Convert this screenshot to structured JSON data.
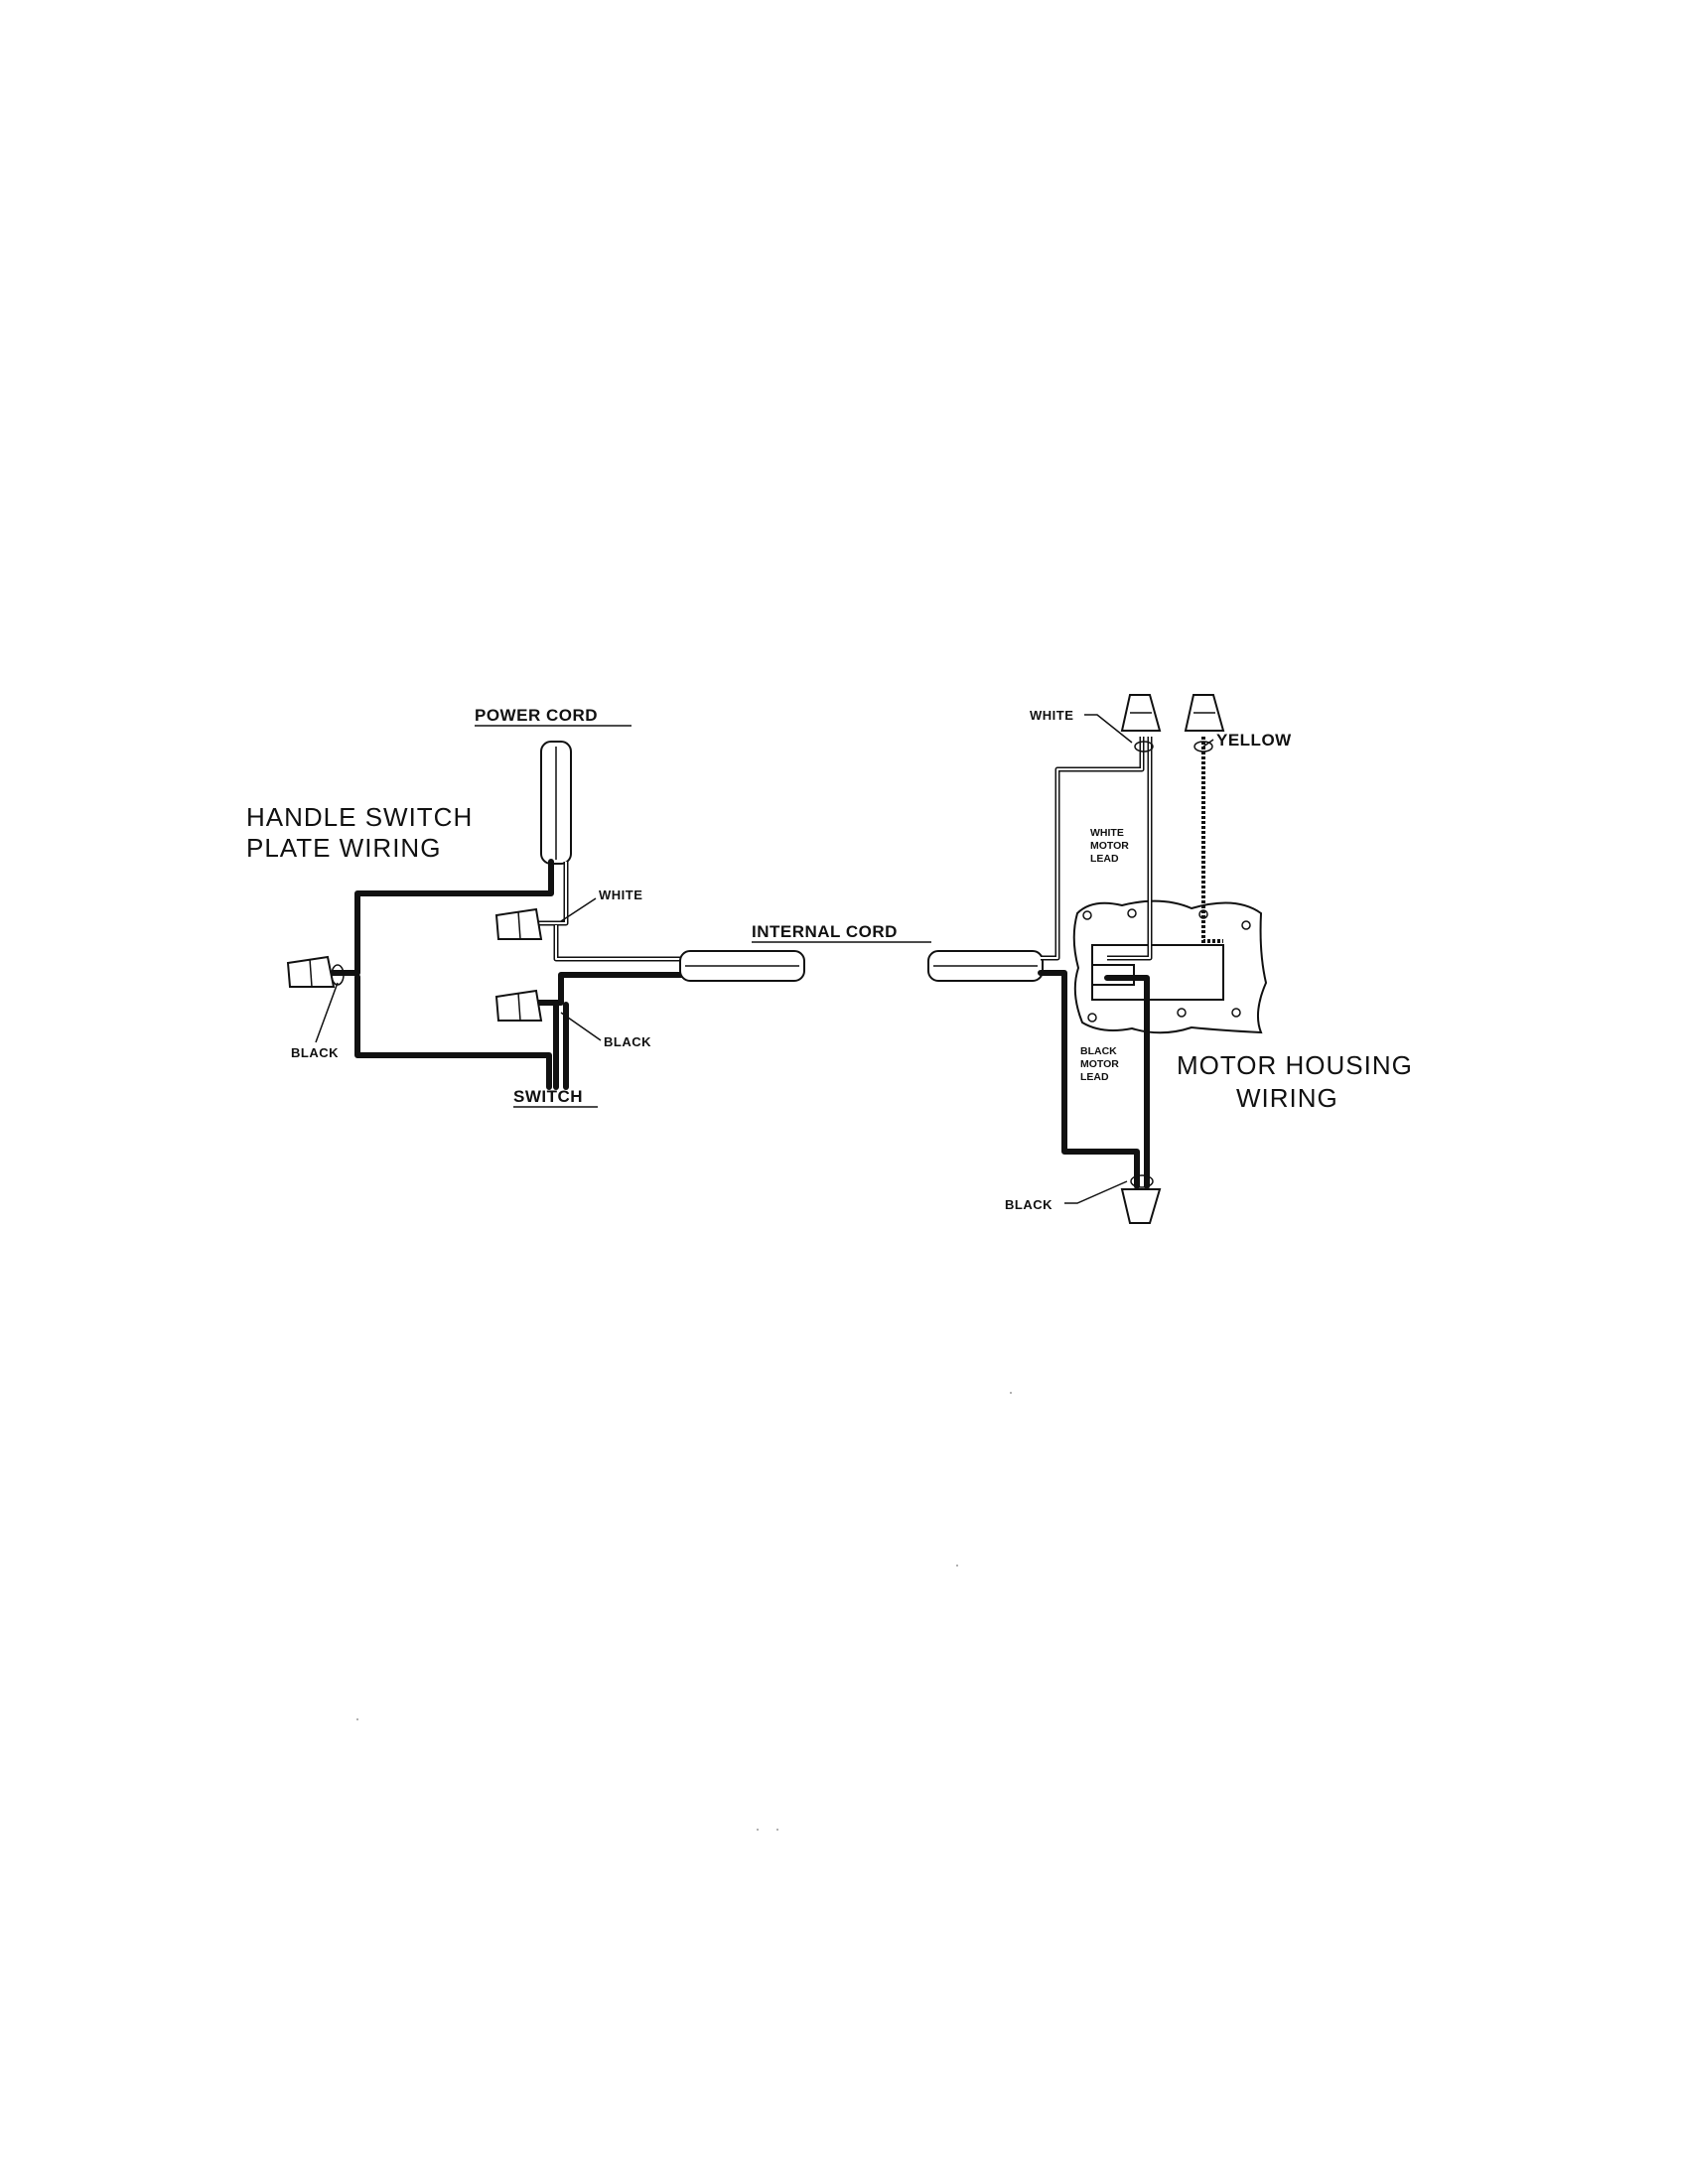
{
  "labels": {
    "power_cord": "POWER CORD",
    "handle_switch_title_line1": "HANDLE SWITCH",
    "handle_switch_title_line2": "PLATE WIRING",
    "white_handle": "WHITE",
    "black_handle_left": "BLACK",
    "black_handle_right": "BLACK",
    "switch": "SWITCH",
    "internal_cord": "INTERNAL CORD",
    "white_motor": "WHITE",
    "yellow": "YELLOW",
    "white_motor_lead_1": "WHITE",
    "white_motor_lead_2": "MOTOR",
    "white_motor_lead_3": "LEAD",
    "black_motor_lead_1": "BLACK",
    "black_motor_lead_2": "MOTOR",
    "black_motor_lead_3": "LEAD",
    "motor_housing_line1": "MOTOR HOUSING",
    "motor_housing_line2": "WIRING",
    "black_motor": "BLACK"
  },
  "colors": {
    "ink": "#111111",
    "background": "#ffffff"
  }
}
